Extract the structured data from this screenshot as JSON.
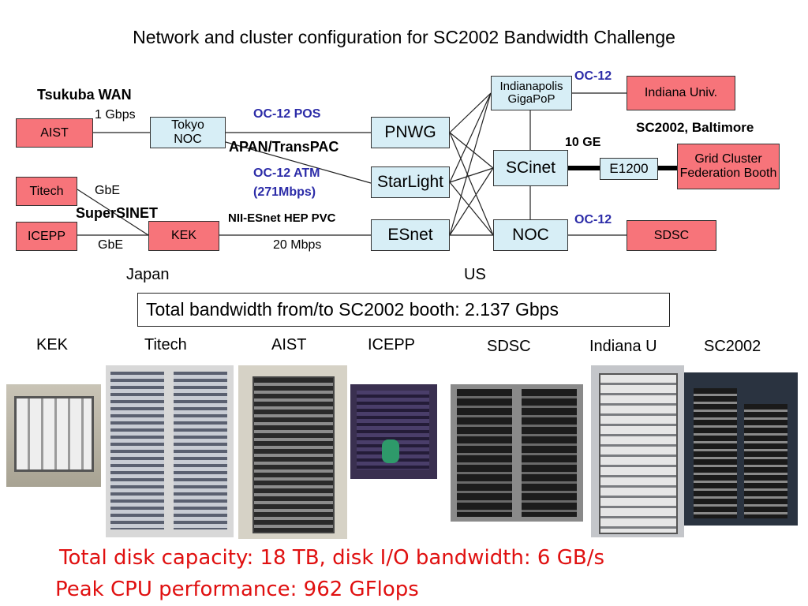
{
  "title": "Network and cluster configuration for SC2002 Bandwidth Challenge",
  "nodes": {
    "aist": "AIST",
    "titech": "Titech",
    "icepp": "ICEPP",
    "tokyo_noc_line1": "Tokyo",
    "tokyo_noc_line2": "NOC",
    "kek": "KEK",
    "pnwg": "PNWG",
    "starlight": "StarLight",
    "esnet": "ESnet",
    "indianapolis_line1": "Indianapolis",
    "indianapolis_line2": "GigaPoP",
    "scinet": "SCinet",
    "noc": "NOC",
    "e1200": "E1200",
    "indiana_univ": "Indiana Univ.",
    "grid_line1": "Grid Cluster",
    "grid_line2": "Federation Booth",
    "sdsc": "SDSC"
  },
  "labels": {
    "tsukuba_wan": "Tsukuba WAN",
    "gbps_1": "1 Gbps",
    "gbe_titech": "GbE",
    "supersinet": "SuperSINET",
    "gbe_icepp": "GbE",
    "oc12_pos": "OC-12 POS",
    "apan": "APAN/TransPAC",
    "oc12_atm": "OC-12 ATM",
    "atm_rate": "(271Mbps)",
    "nii_esnet": "NII-ESnet HEP PVC",
    "mbps_20": "20 Mbps",
    "oc12_top": "OC-12",
    "ge10": "10 GE",
    "sc2002_baltimore": "SC2002, Baltimore",
    "oc12_bottom": "OC-12",
    "japan": "Japan",
    "us": "US"
  },
  "total_bandwidth": "Total bandwidth from/to SC2002 booth: 2.137 Gbps",
  "photo_captions": [
    "KEK",
    "Titech",
    "AIST",
    "ICEPP",
    "SDSC",
    "Indiana U",
    "SC2002"
  ],
  "footer": {
    "line1": "Total disk capacity: 18 TB, disk I/O bandwidth: 6 GB/s",
    "line2": "Peak CPU performance: 962 GFlops"
  },
  "colors": {
    "site_box": "#f7747a",
    "router_box": "#d7eef6",
    "link_label": "#2c2ca8",
    "footer_text": "#e01010"
  }
}
